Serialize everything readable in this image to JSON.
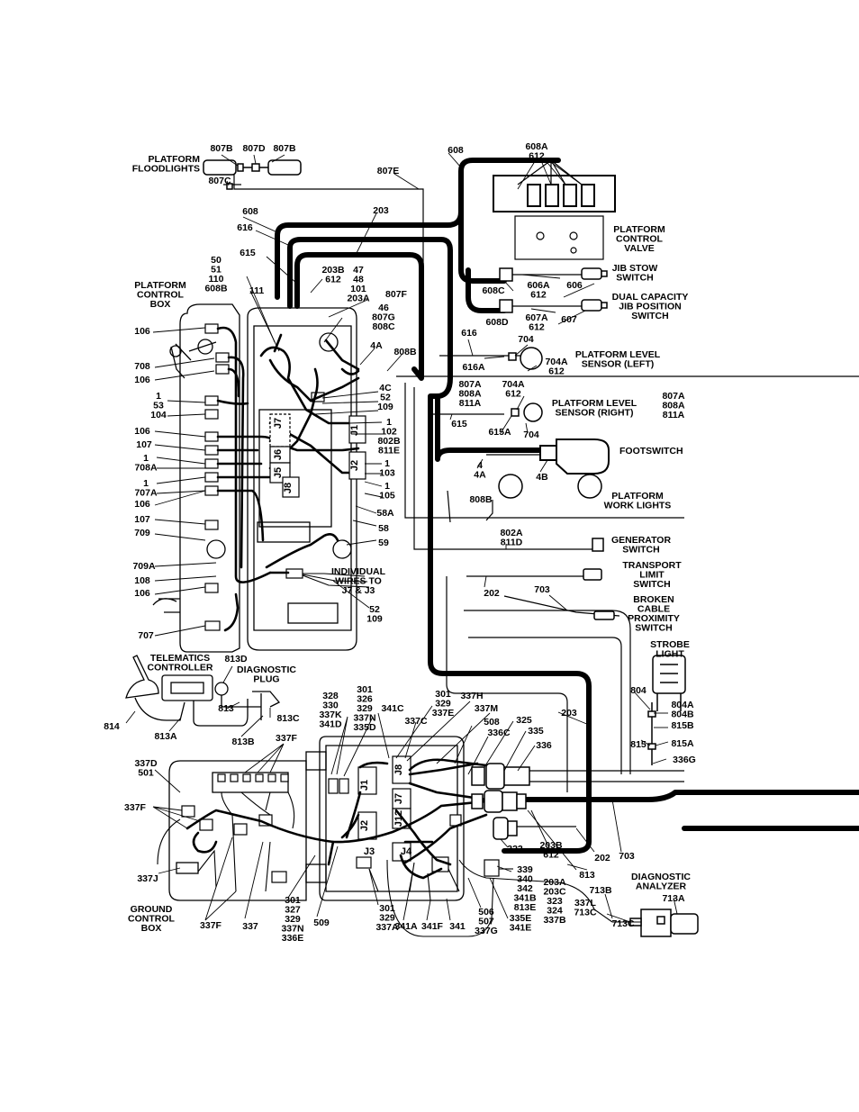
{
  "components": {
    "platform_floodlights": [
      "PLATFORM",
      "FLOODLIGHTS"
    ],
    "platform_control_valve": [
      "PLATFORM",
      "CONTROL",
      "VALVE"
    ],
    "jib_stow_switch": [
      "JIB STOW",
      "SWITCH"
    ],
    "dual_capacity_switch": [
      "DUAL CAPACITY",
      "JIB POSITION",
      "SWITCH"
    ],
    "platform_control_box": [
      "PLATFORM",
      "CONTROL",
      "BOX"
    ],
    "level_sensor_left": [
      "PLATFORM LEVEL",
      "SENSOR (LEFT)"
    ],
    "level_sensor_right": [
      "PLATFORM LEVEL",
      "SENSOR (RIGHT)"
    ],
    "footswitch": [
      "FOOTSWITCH"
    ],
    "work_lights": [
      "PLATFORM",
      "WORK LIGHTS"
    ],
    "generator_switch": [
      "GENERATOR",
      "SWITCH"
    ],
    "transport_limit_switch": [
      "TRANSPORT",
      "LIMIT",
      "SWITCH"
    ],
    "individual_wires": [
      "INDIVIDUAL",
      "WIRES TO",
      "J7 & J3"
    ],
    "broken_cable_switch": [
      "BROKEN",
      "CABLE",
      "PROXIMITY",
      "SWITCH"
    ],
    "strobe_light": [
      "STROBE",
      "LIGHT"
    ],
    "telematics_controller": [
      "TELEMATICS",
      "CONTROLLER"
    ],
    "diagnostic_plug": [
      "DIAGNOSTIC",
      "PLUG"
    ],
    "diagnostic_analyzer": [
      "DIAGNOSTIC",
      "ANALYZER"
    ],
    "ground_control_box": [
      "GROUND",
      "CONTROL",
      "BOX"
    ]
  },
  "connectors": [
    "J7",
    "J1",
    "J6",
    "J2",
    "J5",
    "J8",
    "J8",
    "J1",
    "J7",
    "J12",
    "J2",
    "J3",
    "J4"
  ],
  "labels": [
    [
      "807B"
    ],
    [
      "807D"
    ],
    [
      "807B"
    ],
    [
      "807C"
    ],
    [
      "807E"
    ],
    [
      "608"
    ],
    [
      "608A",
      "612"
    ],
    [
      "608"
    ],
    [
      "203"
    ],
    [
      "616"
    ],
    [
      "615"
    ],
    [
      "203B",
      "612"
    ],
    [
      "47",
      "48",
      "101",
      "203A"
    ],
    [
      "50",
      "51",
      "110",
      "608B"
    ],
    [
      "111"
    ],
    [
      "807F"
    ],
    [
      "46",
      "807G",
      "808C"
    ],
    [
      "608C"
    ],
    [
      "606A",
      "612"
    ],
    [
      "606"
    ],
    [
      "608D"
    ],
    [
      "607A",
      "612"
    ],
    [
      "607"
    ],
    [
      "106"
    ],
    [
      "4A"
    ],
    [
      "808B"
    ],
    [
      "616"
    ],
    [
      "704"
    ],
    [
      "616A"
    ],
    [
      "704A",
      "612"
    ],
    [
      "708"
    ],
    [
      "106"
    ],
    [
      "4C",
      "52",
      "109"
    ],
    [
      "807A",
      "808A",
      "811A"
    ],
    [
      "704A",
      "612"
    ],
    [
      "807A",
      "808A",
      "811A"
    ],
    [
      "1",
      "53",
      "104"
    ],
    [
      "1",
      "102",
      "802B",
      "811E"
    ],
    [
      "615"
    ],
    [
      "615A"
    ],
    [
      "704"
    ],
    [
      "106"
    ],
    [
      "107"
    ],
    [
      "1",
      "708A"
    ],
    [
      "1",
      "103"
    ],
    [
      "4",
      "4A"
    ],
    [
      "4B"
    ],
    [
      "1",
      "707A"
    ],
    [
      "1",
      "105"
    ],
    [
      "106"
    ],
    [
      "808B"
    ],
    [
      "58A"
    ],
    [
      "107"
    ],
    [
      "58"
    ],
    [
      "709"
    ],
    [
      "59"
    ],
    [
      "802A",
      "811D"
    ],
    [
      "709A"
    ],
    [
      "108"
    ],
    [
      "106"
    ],
    [
      "202"
    ],
    [
      "703"
    ],
    [
      "52",
      "109"
    ],
    [
      "707"
    ],
    [
      "813D"
    ],
    [
      "328",
      "330",
      "337K",
      "341D"
    ],
    [
      "301",
      "326",
      "329",
      "337N",
      "335D"
    ],
    [
      "301",
      "329",
      "337E"
    ],
    [
      "337H"
    ],
    [
      "337M"
    ],
    [
      "341C"
    ],
    [
      "337C"
    ],
    [
      "508"
    ],
    [
      "336C"
    ],
    [
      "325"
    ],
    [
      "335"
    ],
    [
      "336"
    ],
    [
      "203"
    ],
    [
      "804"
    ],
    [
      "804A",
      "804B"
    ],
    [
      "815B"
    ],
    [
      "815"
    ],
    [
      "815A"
    ],
    [
      "336G"
    ],
    [
      "813"
    ],
    [
      "813C"
    ],
    [
      "814"
    ],
    [
      "813A"
    ],
    [
      "813B"
    ],
    [
      "337F"
    ],
    [
      "337D",
      "501"
    ],
    [
      "337F"
    ],
    [
      "322"
    ],
    [
      "203B",
      "612"
    ],
    [
      "202"
    ],
    [
      "703"
    ],
    [
      "813"
    ],
    [
      "337J"
    ],
    [
      "339",
      "340",
      "342",
      "341B",
      "813E"
    ],
    [
      "203A",
      "203C",
      "323",
      "324",
      "337B"
    ],
    [
      "713B"
    ],
    [
      "713A"
    ],
    [
      "337L",
      "713C"
    ],
    [
      "713C"
    ],
    [
      "301",
      "327",
      "329",
      "337N",
      "336E"
    ],
    [
      "301",
      "329",
      "337A"
    ],
    [
      "509"
    ],
    [
      "337F"
    ],
    [
      "337"
    ],
    [
      "341A"
    ],
    [
      "341F"
    ],
    [
      "341"
    ],
    [
      "506",
      "507",
      "337G"
    ],
    [
      "335E",
      "341E"
    ]
  ]
}
